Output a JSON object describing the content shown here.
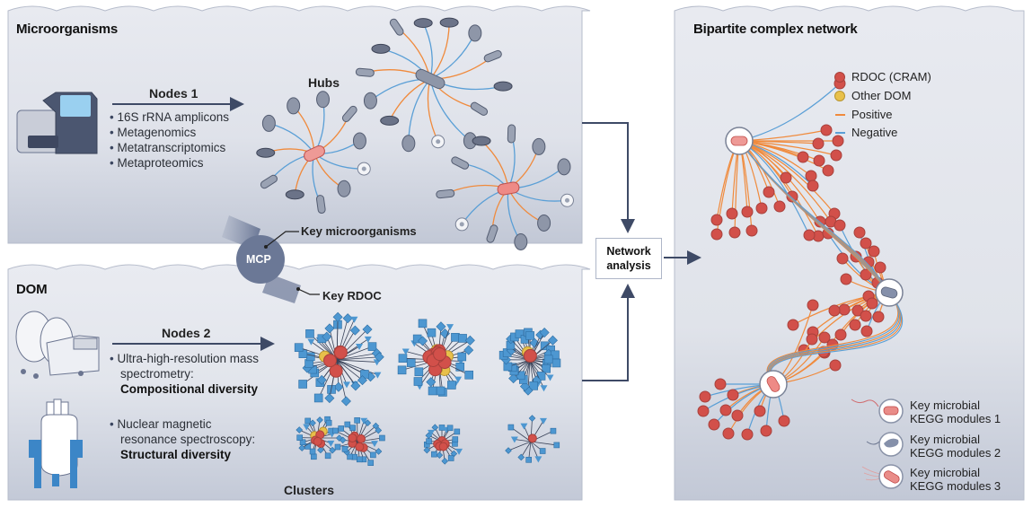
{
  "panels": {
    "microorganisms": {
      "title": "Microorganisms",
      "nodes_label": "Nodes 1",
      "methods": [
        "16S rRNA amplicons",
        "Metagenomics",
        "Metatranscriptomics",
        "Metaproteomics"
      ],
      "hubs_label": "Hubs"
    },
    "dom": {
      "title": "DOM",
      "nodes_label": "Nodes 2",
      "method1": "Ultra-high-resolution mass",
      "method1_line2": "spectrometry:",
      "method1_result": "Compositional diversity",
      "method2": "Nuclear magnetic",
      "method2_line2": "resonance spectroscopy:",
      "method2_result": "Structural diversity",
      "clusters_label": "Clusters"
    },
    "mcp": {
      "label": "MCP",
      "key_microorganisms": "Key microorganisms",
      "key_rdoc": "Key RDOC"
    },
    "network_analysis": {
      "line1": "Network",
      "line2": "analysis"
    },
    "bipartite": {
      "title": "Bipartite complex network",
      "legend": {
        "rdoc": "RDOC (CRAM)",
        "other_dom": "Other DOM",
        "positive": "Positive",
        "negative": "Negative"
      },
      "kegg": [
        {
          "line1": "Key microbial",
          "line2": "KEGG modules 1"
        },
        {
          "line1": "Key microbial",
          "line2": "KEGG modules 2"
        },
        {
          "line1": "Key microbial",
          "line2": "KEGG modules 3"
        }
      ]
    }
  },
  "colors": {
    "rdoc": "#d2504a",
    "other_dom": "#e8c04a",
    "positive": "#f08a3c",
    "negative": "#5a9fd6",
    "dom_square": "#4d97d1",
    "panel_bg": "#e6e8ef",
    "arrow": "#3e4a66",
    "mcp": "#6b7896"
  }
}
